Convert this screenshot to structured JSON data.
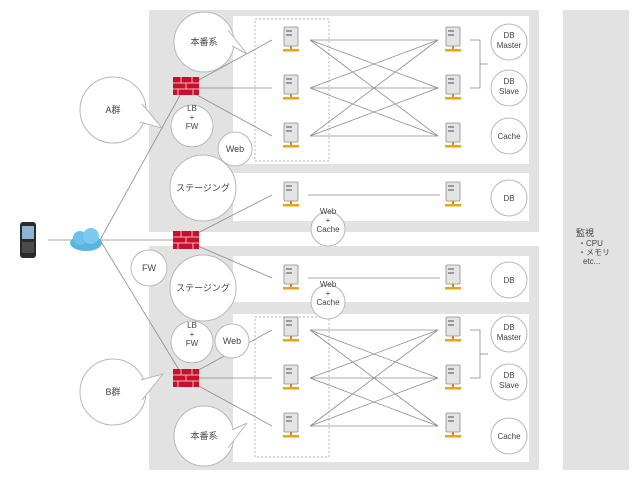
{
  "groups": {
    "a": {
      "label": "A群",
      "env_label": "本番系",
      "lb_fw_label": "LB\n+\nFW",
      "web_label": "Web"
    },
    "b": {
      "label": "B群",
      "env_label": "本番系",
      "lb_fw_label": "LB\n+\nFW",
      "web_label": "Web"
    }
  },
  "staging": {
    "a": {
      "label": "ステージング",
      "web_cache_label": "Web\n+\nCache",
      "db_label": "DB"
    },
    "b": {
      "label": "ステージング",
      "web_cache_label": "Web\n+\nCache",
      "db_label": "DB"
    }
  },
  "db_labels": {
    "master": "DB\nMaster",
    "slave": "DB\nSlave",
    "cache": "Cache"
  },
  "fw_label": "FW",
  "monitor": {
    "title": "監視",
    "items": [
      "・CPU",
      "・メモリ",
      "etc..."
    ]
  },
  "colors": {
    "firewall": "#c8102e",
    "group_bg": "#e2e2e2",
    "server": "#d0d0d0",
    "network": "#e8a317",
    "cloud": "#5ab4e0"
  },
  "icons": {
    "server": "server-icon",
    "firewall": "firewall-icon",
    "phone": "mobile-phone-icon",
    "cloud": "cloud-icon"
  }
}
